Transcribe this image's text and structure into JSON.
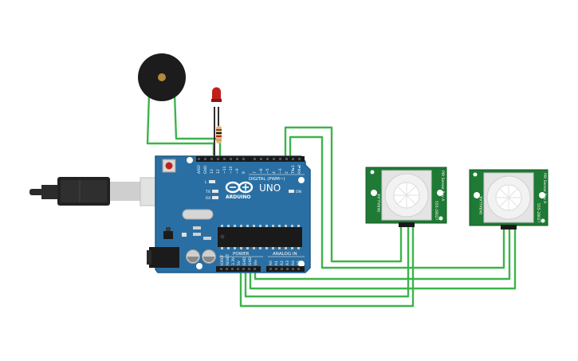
{
  "colors": {
    "board": "#2a6fa3",
    "board_edge": "#1f5a87",
    "wire": "#3cb44b",
    "sensor_pcb": "#1e7a34",
    "buzzer": "#1c1c1c",
    "led": "#c0221b"
  },
  "board": {
    "brand": "ARDUINO",
    "model": "UNO",
    "digital_label": "DIGITAL (PWM~)",
    "power_label": "POWER",
    "analog_label": "ANALOG IN",
    "on_label": "ON",
    "tx_label": "TX",
    "rx_label": "RX",
    "l_label": "L",
    "digital_pins": [
      "AREF",
      "GND",
      "13",
      "12",
      "~11",
      "~10",
      "~9",
      "8",
      "7",
      "~6",
      "~5",
      "4",
      "~3",
      "2",
      "TX▸1",
      "RX◂0"
    ],
    "power_pins": [
      "IOREF",
      "RESET",
      "3.3V",
      "5V",
      "GND",
      "GND",
      "Vin"
    ],
    "analog_pins": [
      "A0",
      "A1",
      "A2",
      "A3",
      "A4",
      "A5"
    ]
  },
  "sensors": [
    {
      "left_text": "PARALLAX",
      "right_text": "555-28027",
      "top_text": "PIR Sensor Rev A"
    },
    {
      "left_text": "PARALLAX",
      "right_text": "555-28027",
      "top_text": "PIR Sensor Rev A"
    }
  ],
  "icons": {
    "usb_cable": "usb-cable-icon",
    "buzzer": "piezo-buzzer-icon",
    "led": "red-led-icon",
    "resistor": "resistor-icon"
  }
}
